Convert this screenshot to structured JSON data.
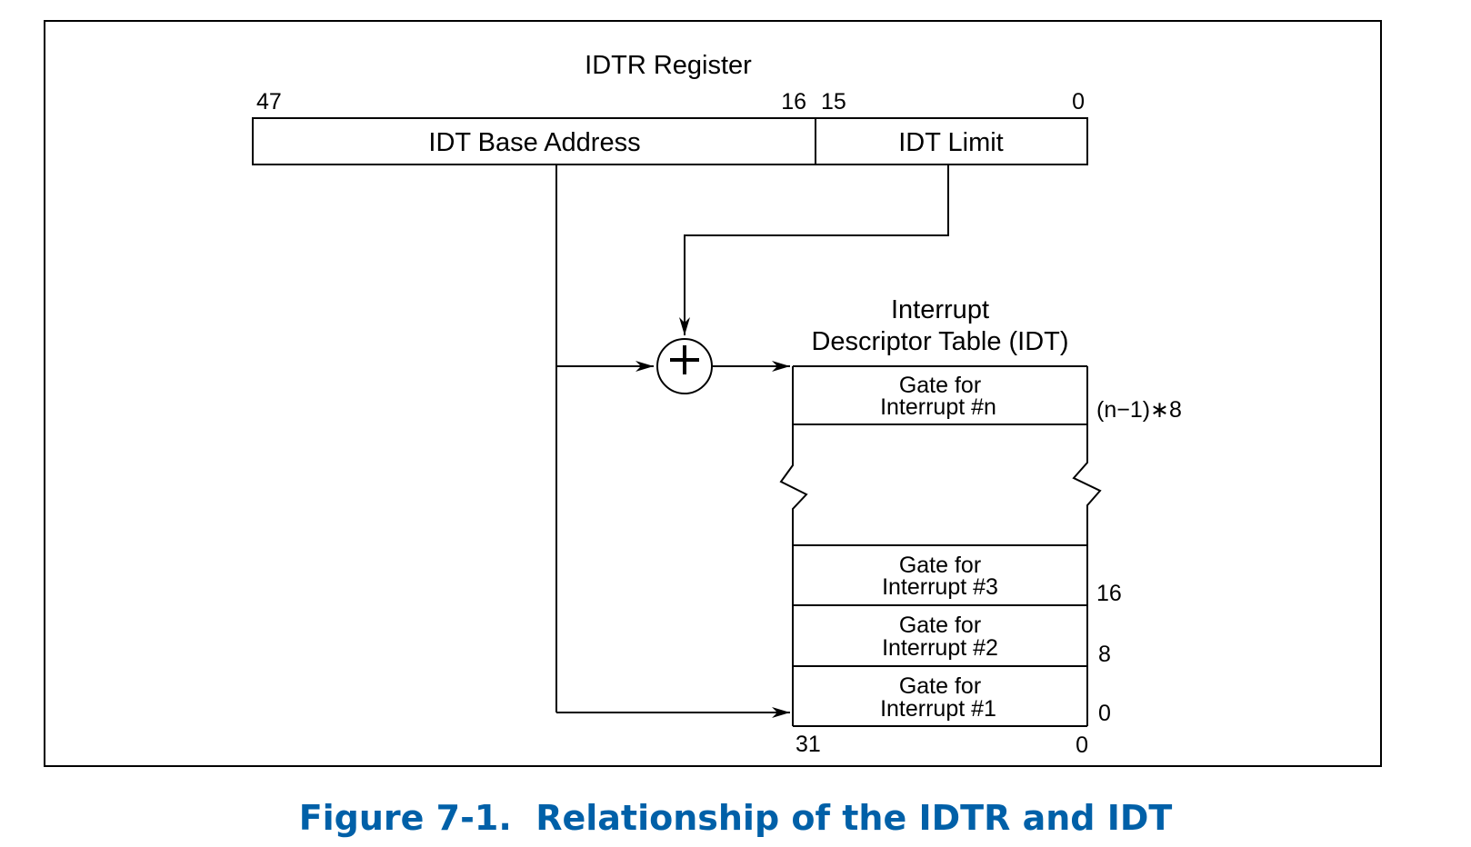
{
  "colors": {
    "line": "#000000",
    "caption": "#0060a8",
    "background": "#ffffff"
  },
  "idtr": {
    "title": "IDTR Register",
    "bit_47": "47",
    "bit_16": "16",
    "bit_15": "15",
    "bit_0": "0",
    "base_label": "IDT Base Address",
    "limit_label": "IDT Limit"
  },
  "adder": {
    "symbol": "+"
  },
  "idt": {
    "title_line1": "Interrupt",
    "title_line2": "Descriptor Table (IDT)",
    "gates": [
      {
        "line1": "Gate for",
        "line2": "Interrupt #n",
        "offset": "(n−1)∗8"
      },
      {
        "line1": "Gate for",
        "line2": "Interrupt #3",
        "offset": "16"
      },
      {
        "line1": "Gate for",
        "line2": "Interrupt #2",
        "offset": "8"
      },
      {
        "line1": "Gate for",
        "line2": "Interrupt #1",
        "offset": "0"
      }
    ],
    "bit_31": "31",
    "bit_0": "0"
  },
  "caption": "Figure 7-1.  Relationship of the IDTR and IDT"
}
